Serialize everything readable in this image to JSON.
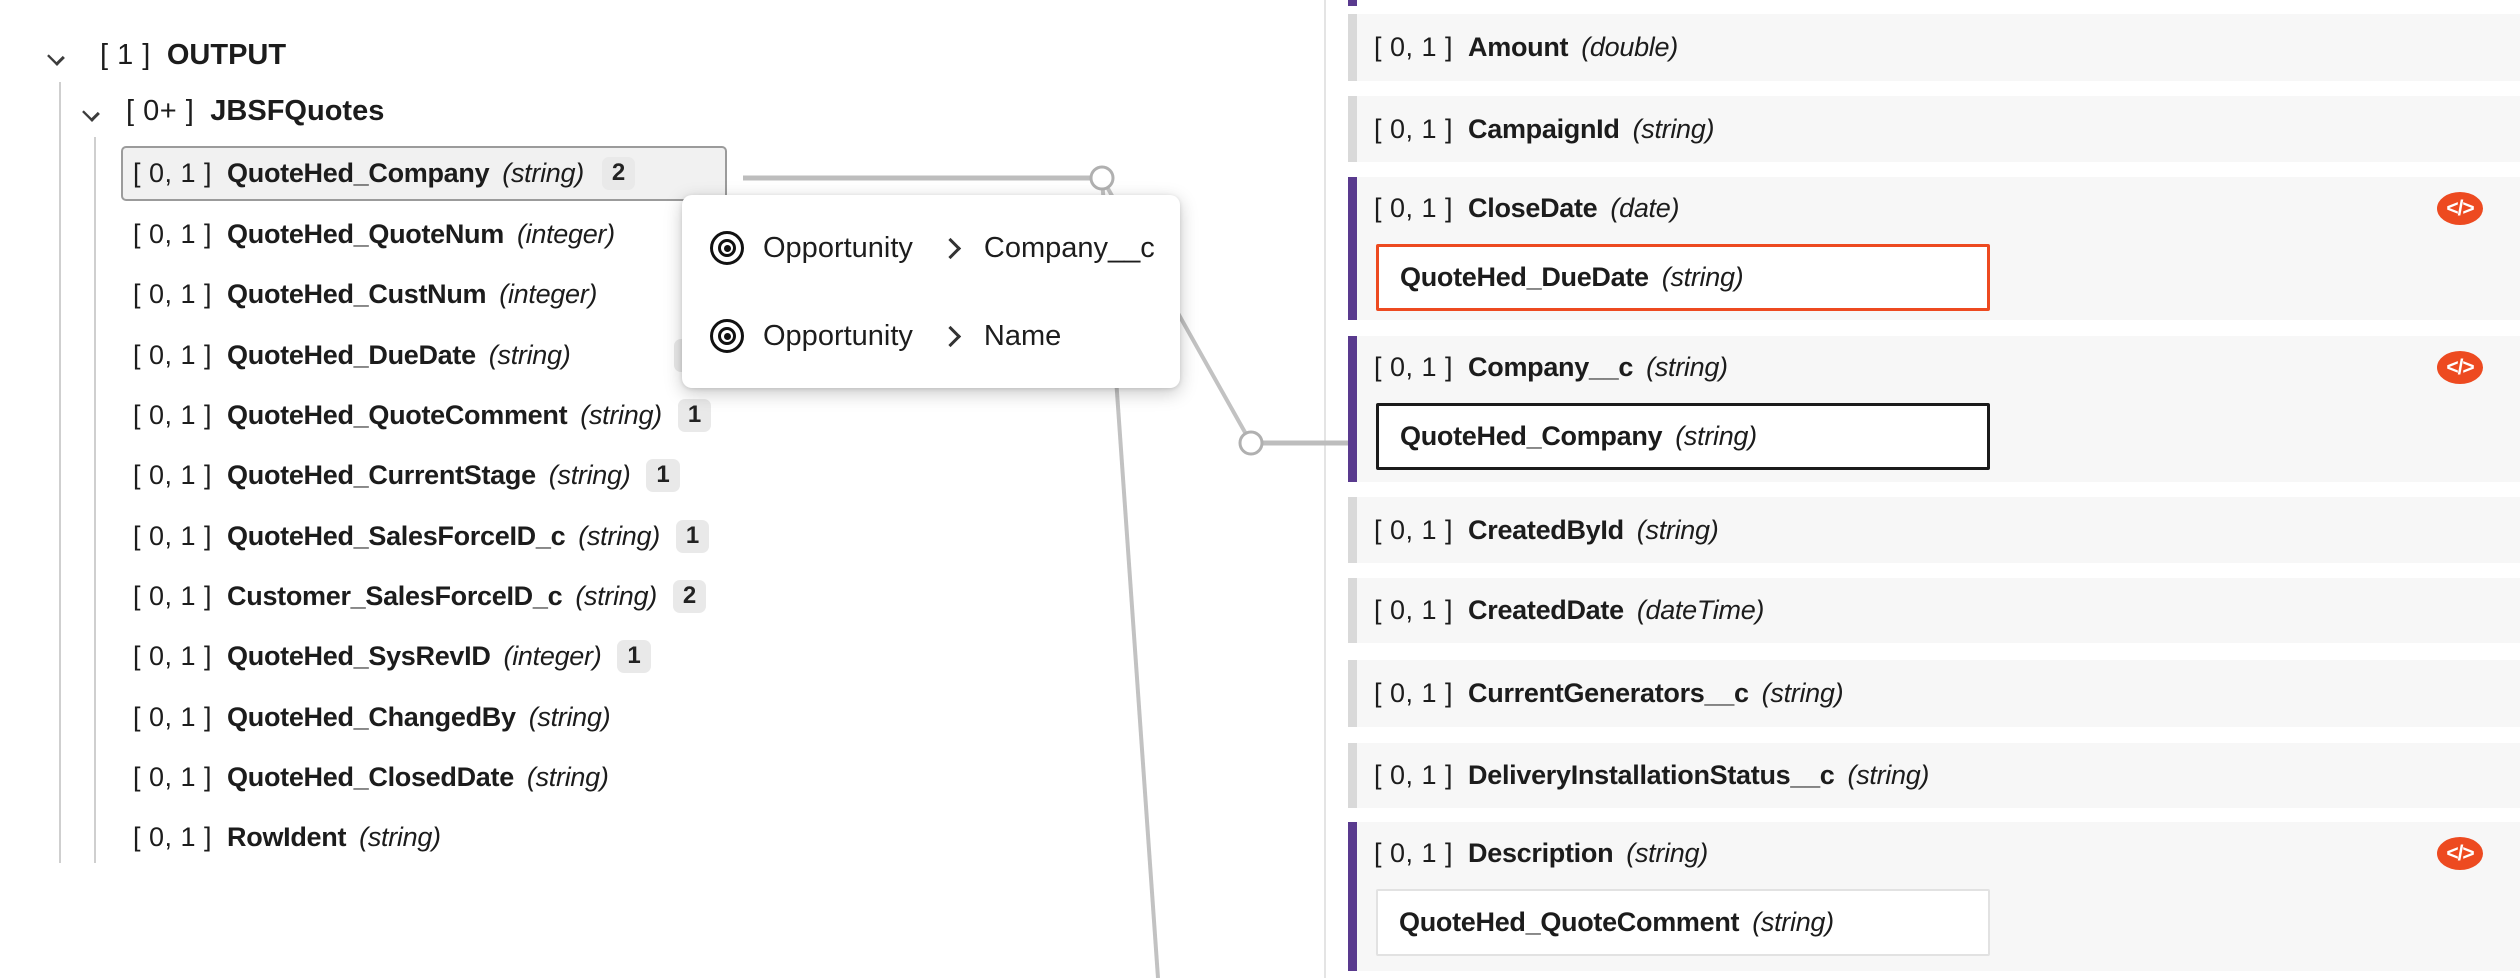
{
  "left_tree": {
    "root": {
      "cardinality": "[ 1 ]",
      "name": "OUTPUT"
    },
    "node": {
      "cardinality": "[ 0+ ]",
      "name": "JBSFQuotes"
    },
    "fields": [
      {
        "cardinality": "[ 0, 1 ]",
        "name": "QuoteHed_Company",
        "type": "(string)",
        "badge": "2",
        "selected": true
      },
      {
        "cardinality": "[ 0, 1 ]",
        "name": "QuoteHed_QuoteNum",
        "type": "(integer)",
        "badge": ""
      },
      {
        "cardinality": "[ 0, 1 ]",
        "name": "QuoteHed_CustNum",
        "type": "(integer)",
        "badge": ""
      },
      {
        "cardinality": "[ 0, 1 ]",
        "name": "QuoteHed_DueDate",
        "type": "(string)",
        "badge": "1"
      },
      {
        "cardinality": "[ 0, 1 ]",
        "name": "QuoteHed_QuoteComment",
        "type": "(string)",
        "badge": "1"
      },
      {
        "cardinality": "[ 0, 1 ]",
        "name": "QuoteHed_CurrentStage",
        "type": "(string)",
        "badge": "1"
      },
      {
        "cardinality": "[ 0, 1 ]",
        "name": "QuoteHed_SalesForceID_c",
        "type": "(string)",
        "badge": "1"
      },
      {
        "cardinality": "[ 0, 1 ]",
        "name": "Customer_SalesForceID_c",
        "type": "(string)",
        "badge": "2"
      },
      {
        "cardinality": "[ 0, 1 ]",
        "name": "QuoteHed_SysRevID",
        "type": "(integer)",
        "badge": "1"
      },
      {
        "cardinality": "[ 0, 1 ]",
        "name": "QuoteHed_ChangedBy",
        "type": "(string)",
        "badge": ""
      },
      {
        "cardinality": "[ 0, 1 ]",
        "name": "QuoteHed_ClosedDate",
        "type": "(string)",
        "badge": ""
      },
      {
        "cardinality": "[ 0, 1 ]",
        "name": "RowIdent",
        "type": "(string)",
        "badge": ""
      }
    ]
  },
  "popup": {
    "items": [
      {
        "object": "Opportunity",
        "field": "Company__c"
      },
      {
        "object": "Opportunity",
        "field": "Name"
      }
    ]
  },
  "right_panel": {
    "fields": [
      {
        "cardinality": "[ 0, 1 ]",
        "name": "Amount",
        "type": "(double)",
        "mapped": false
      },
      {
        "cardinality": "[ 0, 1 ]",
        "name": "CampaignId",
        "type": "(string)",
        "mapped": false
      },
      {
        "cardinality": "[ 0, 1 ]",
        "name": "CloseDate",
        "type": "(date)",
        "mapped": true,
        "mapping": {
          "name": "QuoteHed_DueDate",
          "type": "(string)"
        },
        "mapping_border": "orange",
        "script_icon": true
      },
      {
        "cardinality": "[ 0, 1 ]",
        "name": "Company__c",
        "type": "(string)",
        "mapped": true,
        "mapping": {
          "name": "QuoteHed_Company",
          "type": "(string)"
        },
        "mapping_border": "black",
        "script_icon": true
      },
      {
        "cardinality": "[ 0, 1 ]",
        "name": "CreatedById",
        "type": "(string)",
        "mapped": false
      },
      {
        "cardinality": "[ 0, 1 ]",
        "name": "CreatedDate",
        "type": "(dateTime)",
        "mapped": false
      },
      {
        "cardinality": "[ 0, 1 ]",
        "name": "CurrentGenerators__c",
        "type": "(string)",
        "mapped": false
      },
      {
        "cardinality": "[ 0, 1 ]",
        "name": "DeliveryInstallationStatus__c",
        "type": "(string)",
        "mapped": false
      },
      {
        "cardinality": "[ 0, 1 ]",
        "name": "Description",
        "type": "(string)",
        "mapped": true,
        "mapping": {
          "name": "QuoteHed_QuoteComment",
          "type": "(string)"
        },
        "mapping_border": "gray",
        "script_icon": true
      }
    ],
    "script_icon_glyph": "</>"
  },
  "colors": {
    "mapped_accent": "#593a8e",
    "unmapped_accent": "#d9d9d9",
    "row_background": "#f7f7f7",
    "script_icon_orange": "#ed4a20",
    "mapping_border_orange": "#ed4a20",
    "connector_gray": "#c2c2c2"
  }
}
